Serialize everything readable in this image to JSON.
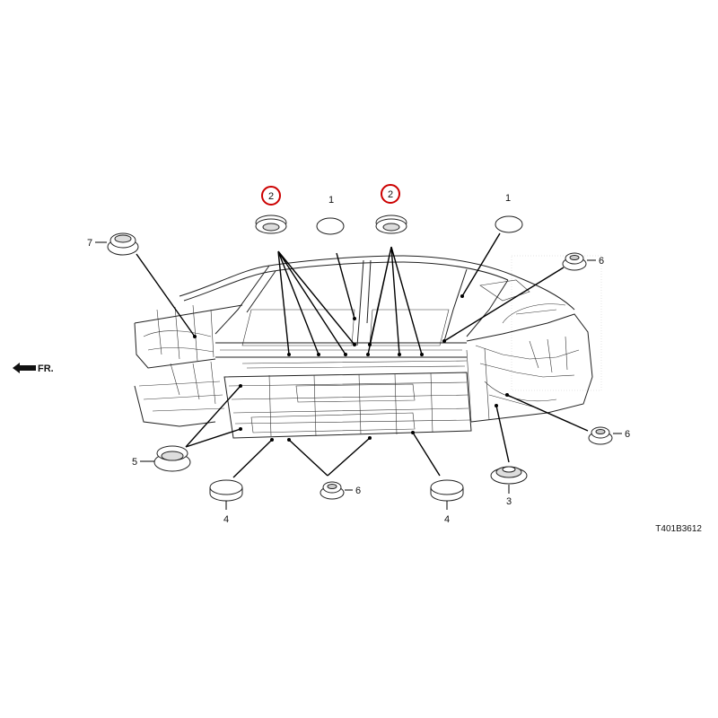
{
  "direction_label": "FR.",
  "diagram_code": "T401B3612",
  "callouts": [
    {
      "id": "c2a",
      "number": "2",
      "circled": true
    },
    {
      "id": "c1a",
      "number": "1",
      "circled": false
    },
    {
      "id": "c2b",
      "number": "2",
      "circled": true
    },
    {
      "id": "c1b",
      "number": "1",
      "circled": false
    },
    {
      "id": "c7",
      "number": "7",
      "circled": false
    },
    {
      "id": "c6a",
      "number": "6",
      "circled": false
    },
    {
      "id": "c6b",
      "number": "6",
      "circled": false
    },
    {
      "id": "c5",
      "number": "5",
      "circled": false
    },
    {
      "id": "c4a",
      "number": "4",
      "circled": false
    },
    {
      "id": "c6c",
      "number": "6",
      "circled": false
    },
    {
      "id": "c4b",
      "number": "4",
      "circled": false
    },
    {
      "id": "c3",
      "number": "3",
      "circled": false
    }
  ],
  "colors": {
    "highlight_circle": "#cc0000",
    "line": "#000000"
  }
}
